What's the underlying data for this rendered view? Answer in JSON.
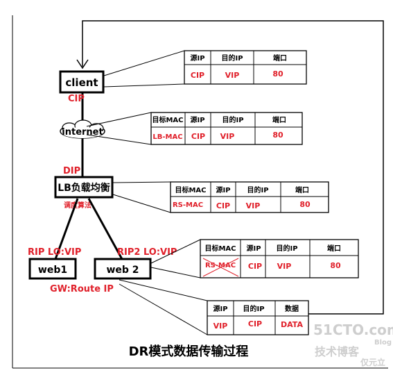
{
  "nodes": {
    "client": "client",
    "internet": "internet",
    "lb": "LB负载均衡",
    "web1": "web1",
    "web2": "web 2"
  },
  "labels": {
    "cip": "CIP",
    "dip": "DIP",
    "algo": "调度算法",
    "rip_left": "RIP LO:VIP",
    "rip_right": "RIP2 LO:VIP",
    "gw": "GW:Route IP"
  },
  "tables": [
    {
      "headers": [
        "源IP",
        "目的IP",
        "端口"
      ],
      "values": [
        "CIP",
        "VIP",
        "80"
      ]
    },
    {
      "headers": [
        "目标MAC",
        "源IP",
        "目的IP",
        "端口"
      ],
      "values": [
        "LB-MAC",
        "CIP",
        "VIP",
        "80"
      ]
    },
    {
      "headers": [
        "目标MAC",
        "源IP",
        "目的IP",
        "端口"
      ],
      "values": [
        "RS-MAC",
        "CIP",
        "VIP",
        "80"
      ]
    },
    {
      "headers": [
        "目标MAC",
        "源IP",
        "目的IP",
        "端口"
      ],
      "values": [
        "RS-MAC",
        "CIP",
        "VIP",
        "80"
      ]
    },
    {
      "headers": [
        "源IP",
        "目的IP",
        "数据"
      ],
      "values": [
        "VIP",
        "CIP",
        "DATA"
      ]
    }
  ],
  "title": "DR模式数据传输过程",
  "watermark": {
    "line1": "51CTO.com",
    "line2": "技术博客",
    "line3": "Blog",
    "line4": "仅元立"
  }
}
